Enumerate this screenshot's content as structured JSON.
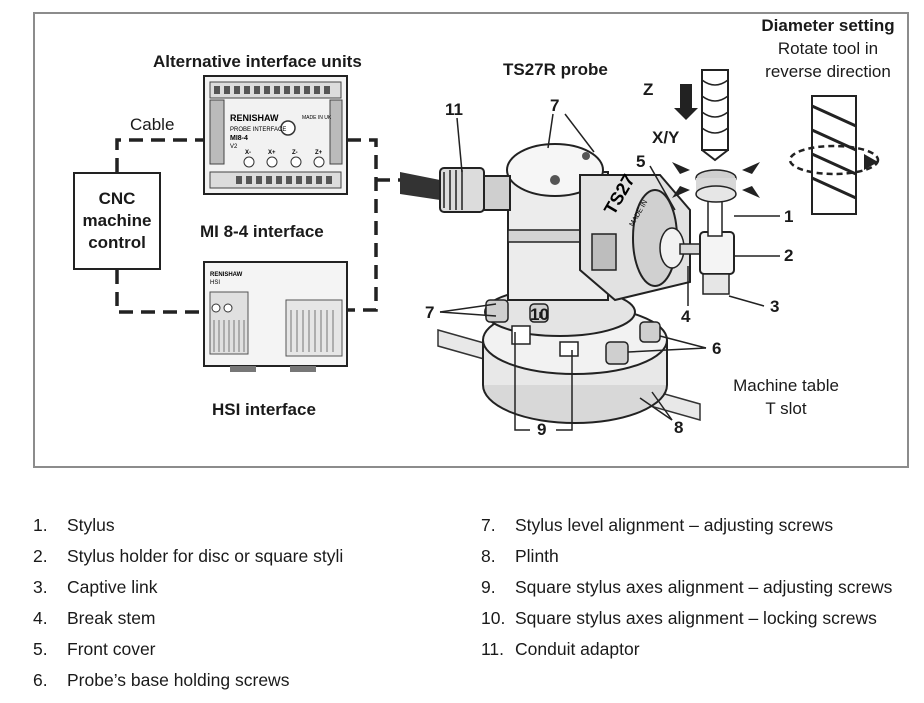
{
  "labels": {
    "alt_units": "Alternative interface units",
    "cable": "Cable",
    "cnc_line1": "CNC",
    "cnc_line2": "machine",
    "cnc_line3": "control",
    "mi84": "MI 8-4 interface",
    "hsi": "HSI interface",
    "ts27r": "TS27R probe",
    "z": "Z",
    "xy": "X/Y",
    "diam_title": "Diameter setting",
    "diam_line1": "Rotate tool in",
    "diam_line2": "reverse direction",
    "machine_table_1": "Machine table",
    "machine_table_2": "T slot"
  },
  "device_text": {
    "renishaw": "RENISHAW",
    "probe_interface": "PROBE INTERFACE",
    "mi84_model": "MI8-4",
    "v2": "V2",
    "made_in_uk": "MADE IN UK",
    "x_minus": "X-",
    "x_plus": "X+",
    "z_minus": "Z-",
    "z_plus": "Z+",
    "hsi_small": "HSI",
    "ts27_mark": "TS27",
    "made_in": "MADE IN"
  },
  "callouts": [
    "1",
    "2",
    "3",
    "4",
    "5",
    "6",
    "7",
    "8",
    "9",
    "10",
    "11",
    "7"
  ],
  "legend_left": [
    {
      "num": "1.",
      "text": "Stylus"
    },
    {
      "num": "2.",
      "text": "Stylus holder for disc or square styli"
    },
    {
      "num": "3.",
      "text": "Captive link"
    },
    {
      "num": "4.",
      "text": "Break stem"
    },
    {
      "num": "5.",
      "text": "Front cover"
    },
    {
      "num": "6.",
      "text": "Probe’s base holding screws"
    }
  ],
  "legend_right": [
    {
      "num": "7.",
      "text": "Stylus level alignment – adjusting screws"
    },
    {
      "num": "8.",
      "text": "Plinth"
    },
    {
      "num": "9.",
      "text": "Square stylus axes alignment – adjusting screws"
    },
    {
      "num": "10.",
      "text": "Square stylus axes alignment – locking screws"
    },
    {
      "num": "11.",
      "text": "Conduit adaptor"
    }
  ]
}
